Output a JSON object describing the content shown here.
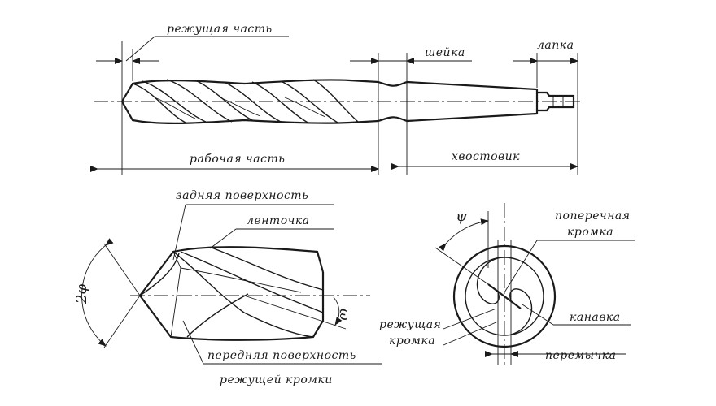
{
  "labels": {
    "cutting_part": "режущая часть",
    "neck": "шейка",
    "tang": "лапка",
    "working_part": "рабочая часть",
    "shank": "хвостовик",
    "back_surface": "задняя поверхность",
    "margin": "ленточка",
    "front_surface_line1": "передняя поверхность",
    "front_surface_line2": "режущей кромки",
    "transverse_edge_line1": "поперечная",
    "transverse_edge_line2": "кромка",
    "cutting_edge_line1": "режущая",
    "cutting_edge_line2": "кромка",
    "groove": "канавка",
    "web": "перемычка"
  },
  "symbols": {
    "point_angle": "2φ",
    "helix_angle": "ω",
    "edge_angle": "ψ"
  }
}
